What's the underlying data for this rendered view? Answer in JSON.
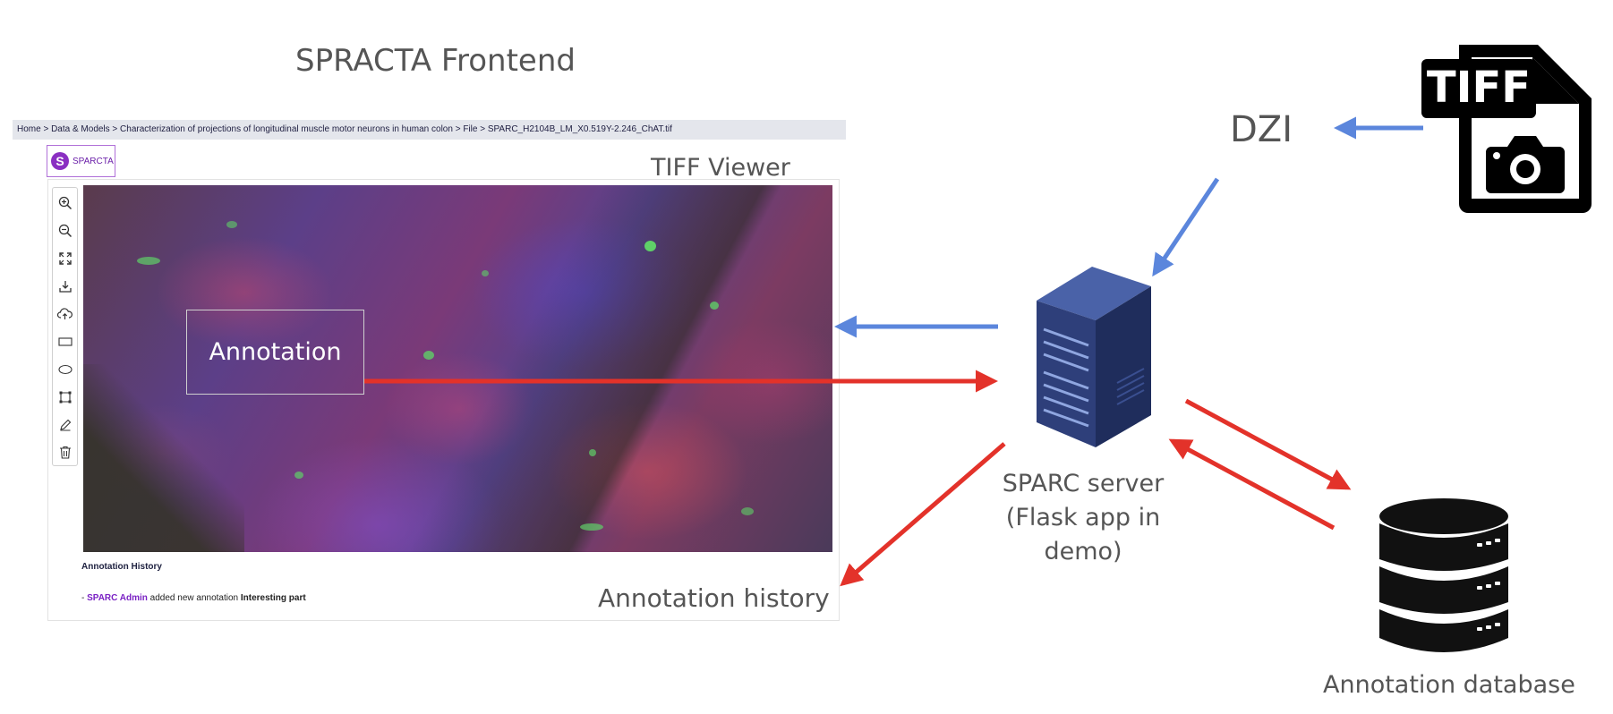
{
  "frontend": {
    "title": "SPRACTA Frontend",
    "breadcrumb": "Home > Data & Models > Characterization of projections of longitudinal muscle motor neurons in human colon > File > SPARC_H2104B_LM_X0.519Y-2.246_ChAT.tif",
    "logo_letter": "S",
    "logo_text": "SPARCTA",
    "viewer_label": "TIFF Viewer",
    "annotation_text": "Annotation",
    "history": {
      "title": "Annotation History",
      "prefix": "- ",
      "user": "SPARC Admin",
      "action": " added new annotation ",
      "annotation_name": "Interesting part"
    },
    "history_label": "Annotation history",
    "toolbar_icons": [
      "zoom-in-icon",
      "zoom-out-icon",
      "fullscreen-icon",
      "download-icon",
      "cloud-upload-icon",
      "rectangle-icon",
      "ellipse-icon",
      "polygon-icon",
      "pencil-icon",
      "trash-icon"
    ]
  },
  "server": {
    "line1": "SPARC server",
    "line2": "(Flask app in demo)"
  },
  "dzi_label": "DZI",
  "database_label": "Annotation database",
  "tiff_icon_text": "TIFF",
  "colors": {
    "blue_arrow": "#5b86dc",
    "red_arrow": "#e3322a",
    "server_blue": "#2e3f7a",
    "label_gray": "#555555",
    "logo_purple": "#8a2fc2"
  }
}
